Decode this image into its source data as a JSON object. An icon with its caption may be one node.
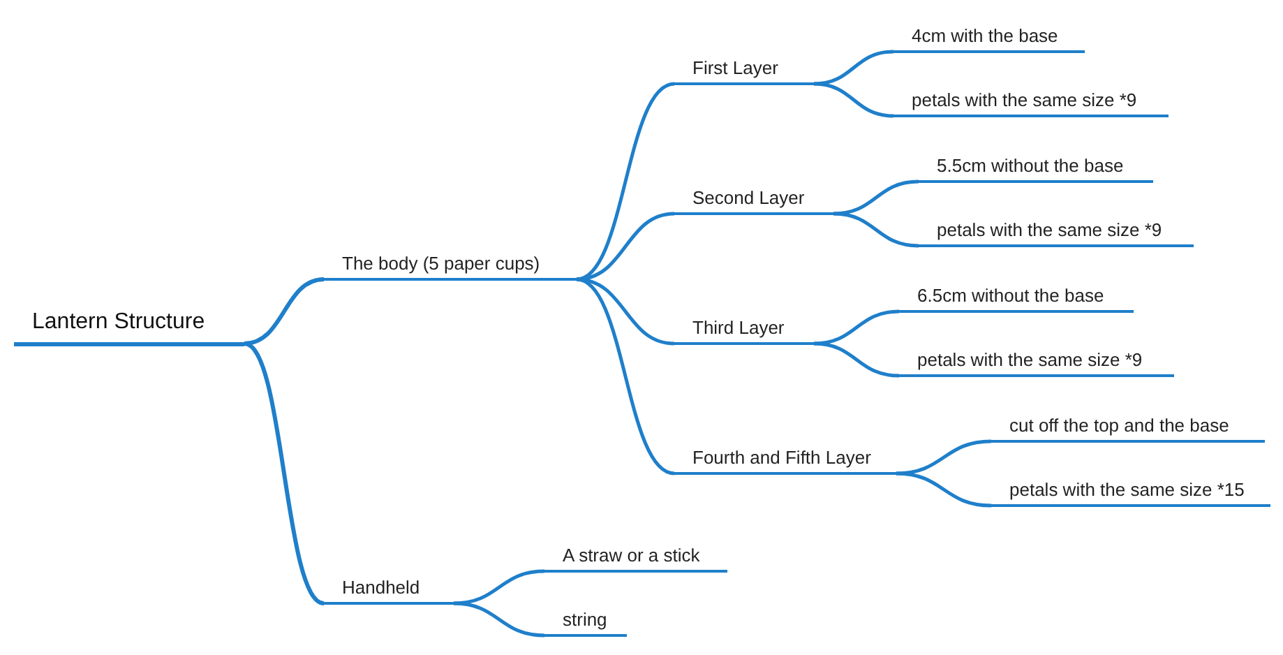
{
  "diagram": {
    "nodes": [
      {
        "text": [
          "Lantern Structure"
        ]
      },
      {
        "text": [
          "The body (5 paper cups)"
        ]
      },
      {
        "text": [
          "First Layer"
        ]
      },
      {
        "text": [
          "4cm with the base"
        ]
      },
      {
        "text": [
          "petals with the same size *9"
        ]
      },
      {
        "text": [
          "Second Layer"
        ]
      },
      {
        "text": [
          "5.5cm without the base"
        ]
      },
      {
        "text": [
          "petals with the same size *9"
        ]
      },
      {
        "text": [
          "Third Layer"
        ]
      },
      {
        "text": [
          "6.5cm without the base"
        ]
      },
      {
        "text": [
          "petals with the same size *9"
        ]
      },
      {
        "text": [
          "Fourth and Fifth Layer"
        ]
      },
      {
        "text": [
          "cut off the top and the base"
        ]
      },
      {
        "text": [
          "petals with the same size *15"
        ]
      },
      {
        "text": [
          "Handheld"
        ]
      },
      {
        "text": [
          "A straw or a stick"
        ]
      },
      {
        "text": [
          "string"
        ]
      }
    ],
    "edges": [
      {
        "from": 0,
        "to": 1,
        "arrow": "none"
      },
      {
        "from": 0,
        "to": 14,
        "arrow": "none"
      },
      {
        "from": 1,
        "to": 2,
        "arrow": "none"
      },
      {
        "from": 1,
        "to": 5,
        "arrow": "none"
      },
      {
        "from": 1,
        "to": 8,
        "arrow": "none"
      },
      {
        "from": 1,
        "to": 11,
        "arrow": "none"
      },
      {
        "from": 2,
        "to": 3,
        "arrow": "none"
      },
      {
        "from": 2,
        "to": 4,
        "arrow": "none"
      },
      {
        "from": 5,
        "to": 6,
        "arrow": "none"
      },
      {
        "from": 5,
        "to": 7,
        "arrow": "none"
      },
      {
        "from": 8,
        "to": 9,
        "arrow": "none"
      },
      {
        "from": 8,
        "to": 10,
        "arrow": "none"
      },
      {
        "from": 11,
        "to": 12,
        "arrow": "none"
      },
      {
        "from": 11,
        "to": 13,
        "arrow": "none"
      },
      {
        "from": 14,
        "to": 15,
        "arrow": "none"
      },
      {
        "from": 14,
        "to": 16,
        "arrow": "none"
      }
    ]
  }
}
